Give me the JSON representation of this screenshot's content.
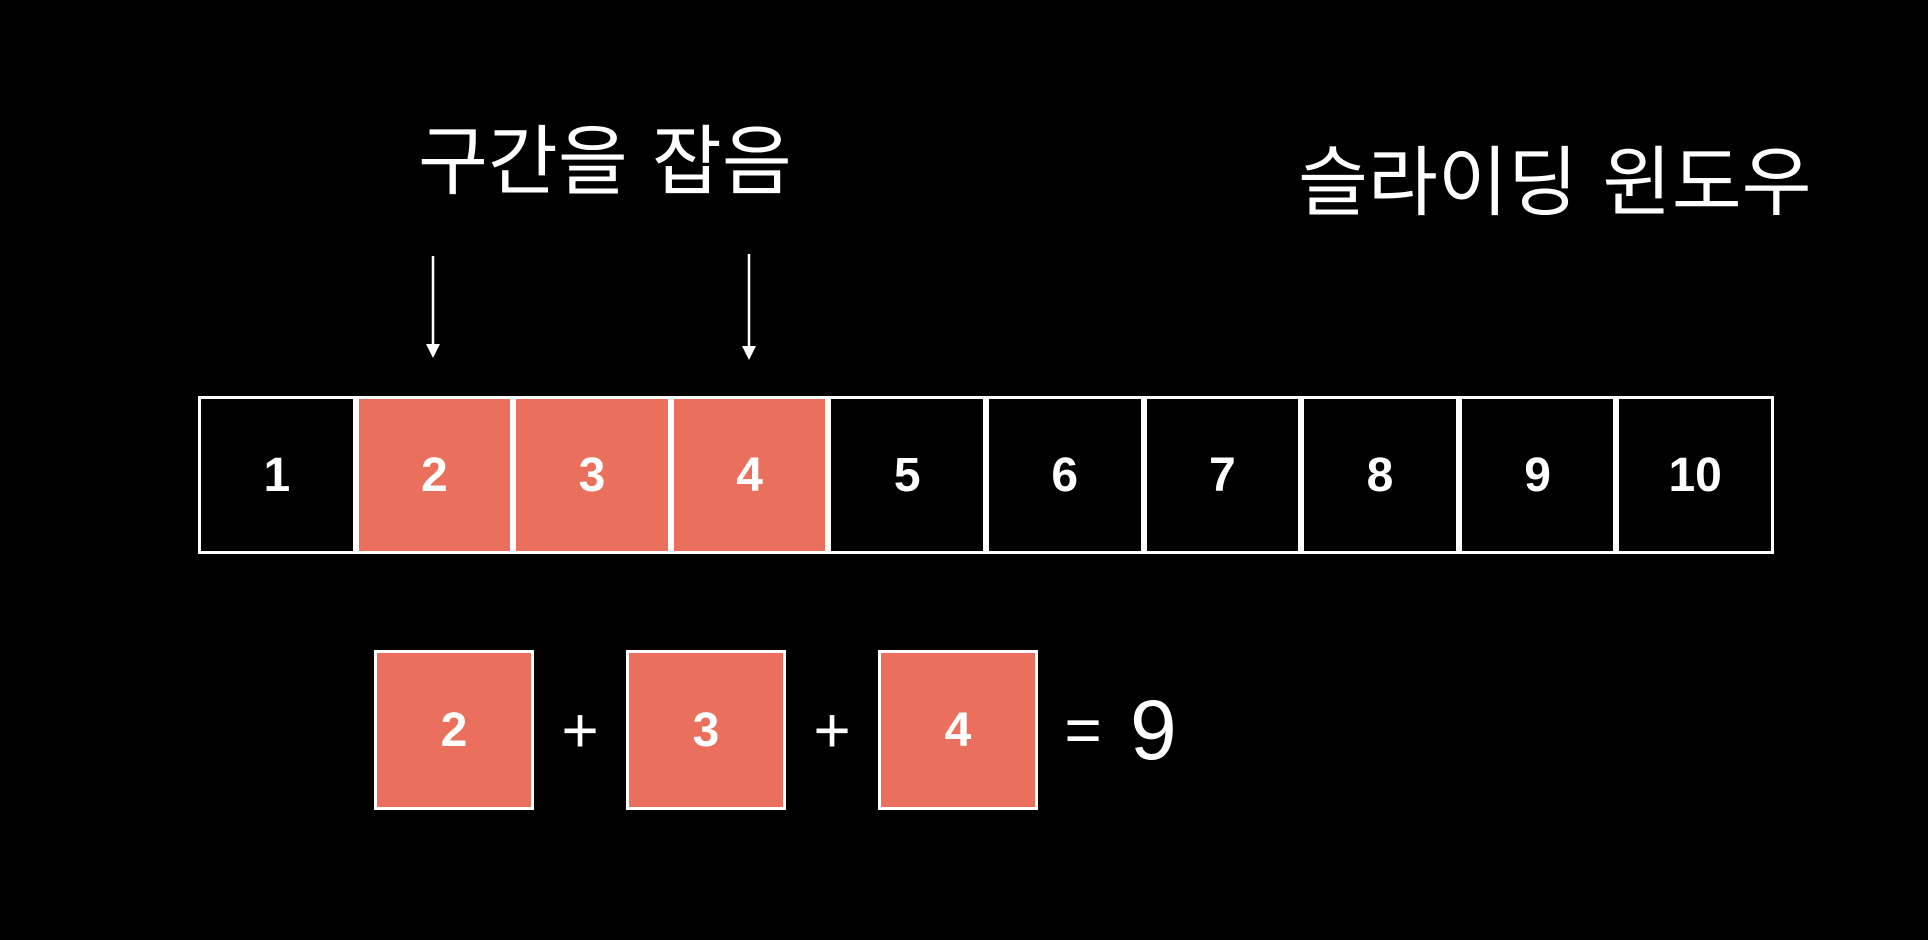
{
  "title": "슬라이딩 윈도우",
  "range_label": "구간을 잡음",
  "array": {
    "cells": [
      "1",
      "2",
      "3",
      "4",
      "5",
      "6",
      "7",
      "8",
      "9",
      "10"
    ],
    "highlighted": [
      "2",
      "3",
      "4"
    ]
  },
  "sum": {
    "operands": [
      "2",
      "3",
      "4"
    ],
    "plus": "+",
    "equals": "=",
    "result": "9"
  },
  "colors": {
    "background": "#000000",
    "highlight": "#ea6f5c",
    "border": "#ffffff",
    "text": "#ffffff"
  }
}
